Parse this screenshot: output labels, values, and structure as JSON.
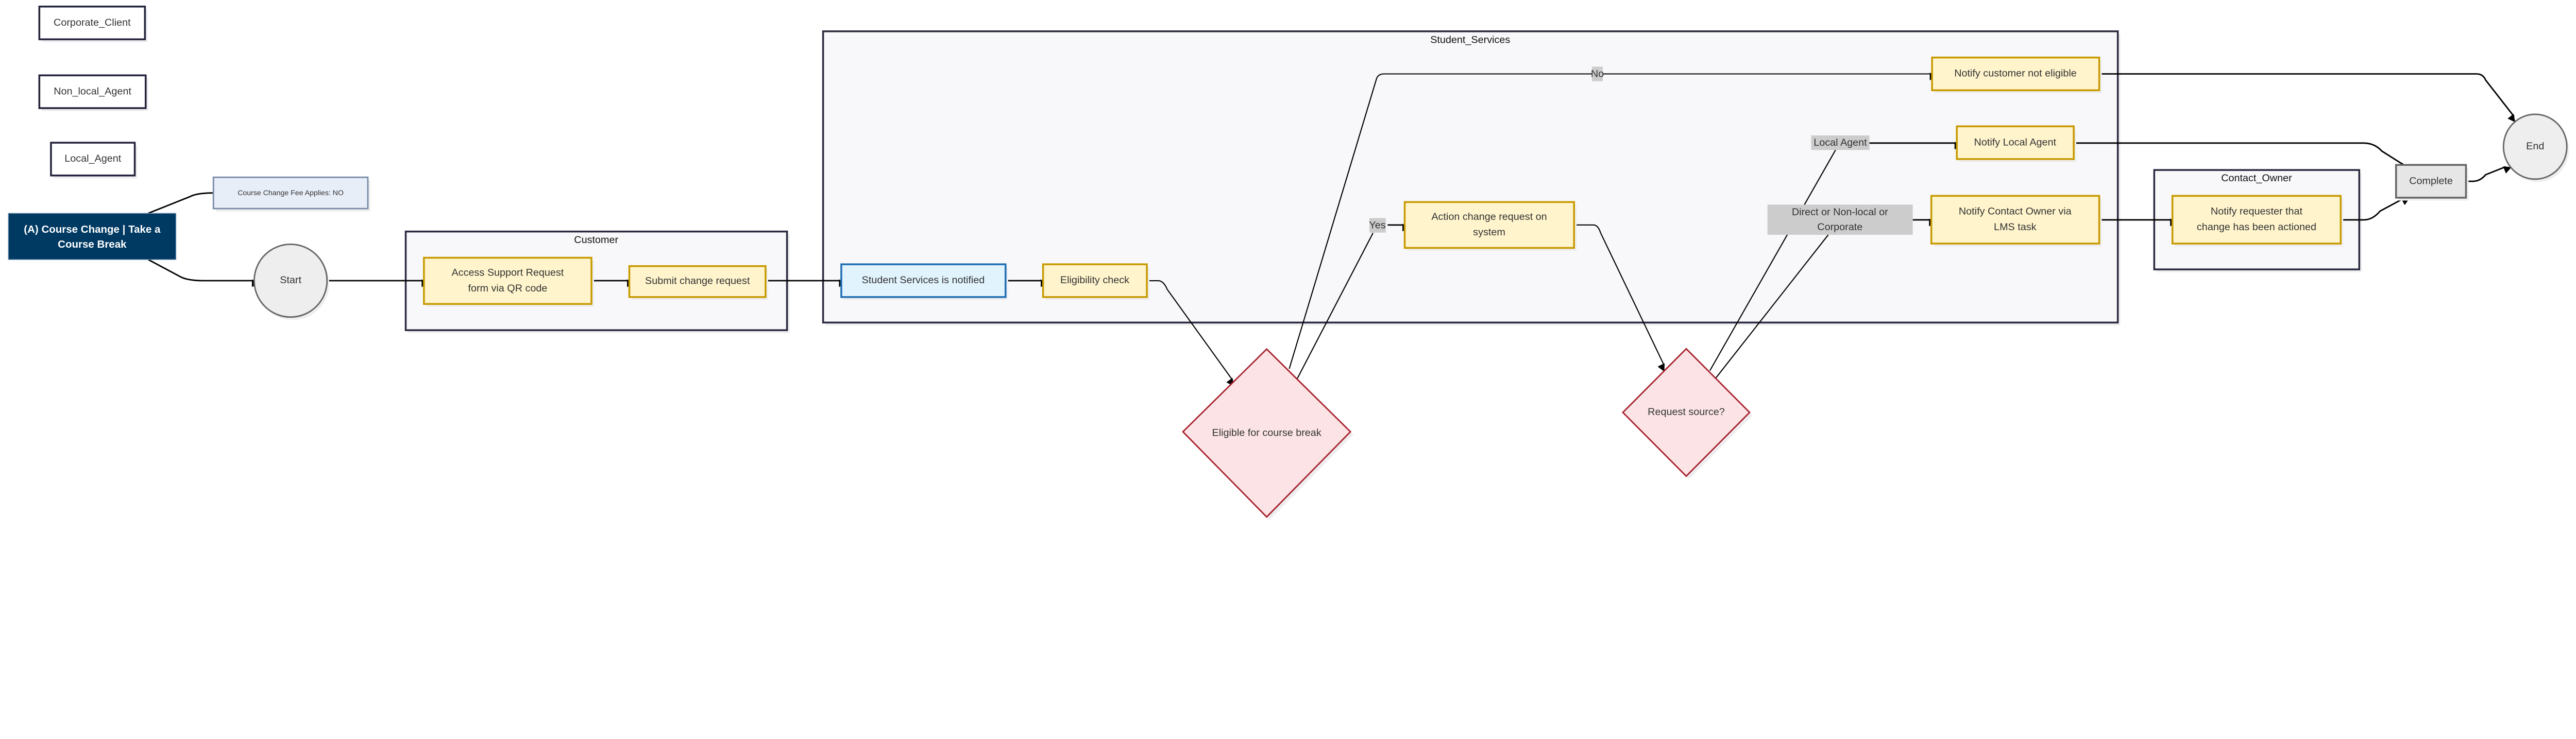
{
  "actors": [
    "Corporate_Client",
    "Non_local_Agent",
    "Local_Agent"
  ],
  "title_node": {
    "line1": "(A) Course Change | Take a",
    "line2": "Course Break"
  },
  "note": "Course Change Fee Applies: NO",
  "start": "Start",
  "end": "End",
  "lanes": {
    "customer": "Customer",
    "student_services": "Student_Services",
    "contact_owner": "Contact_Owner"
  },
  "tasks": {
    "access_form": {
      "line1": "Access Support Request",
      "line2": "form via QR code"
    },
    "submit": "Submit change request",
    "notified": "Student Services is notified",
    "eligibility_check": "Eligibility check",
    "action_change": {
      "line1": "Action change request on",
      "line2": "system"
    },
    "notify_not_eligible": "Notify customer not eligible",
    "notify_local_agent": "Notify Local Agent",
    "notify_contact_owner": {
      "line1": "Notify Contact Owner via",
      "line2": "LMS task"
    },
    "notify_requester": {
      "line1": "Notify requester that",
      "line2": "change has been actioned"
    },
    "complete": "Complete"
  },
  "decisions": {
    "eligible": "Eligible for course break",
    "request_source": "Request source?"
  },
  "edge_labels": {
    "yes": "Yes",
    "no": "No",
    "local_agent": "Local Agent",
    "direct": {
      "line1": "Direct or Non-local or",
      "line2": "Corporate"
    }
  },
  "colors": {
    "title_bg": "#003a63",
    "task_fill": "#fff4cc",
    "task_stroke": "#c79a00",
    "notified_fill": "#e1f3fd",
    "notified_stroke": "#1f6fb2",
    "decision_fill": "#fce4e6",
    "decision_stroke": "#a8242f"
  }
}
